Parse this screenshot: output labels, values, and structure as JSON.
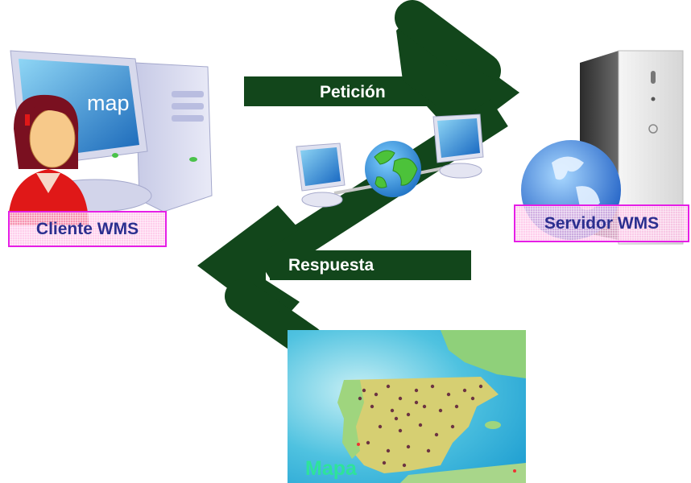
{
  "diagram": {
    "title": "WMS request/response flow",
    "nodes": {
      "client": {
        "label": "Cliente WMS",
        "screen_text": "map"
      },
      "server": {
        "label": "Servidor WMS"
      },
      "map": {
        "label": "Mapa"
      }
    },
    "edges": {
      "request": {
        "label": "Petición",
        "from": "client",
        "to": "server"
      },
      "response": {
        "label": "Respuesta",
        "from": "server",
        "to": "client"
      }
    },
    "colors": {
      "arrow": "#12461b",
      "label_border": "#e61ee6",
      "label_text": "#2b2f8f",
      "map_label": "#2ee39a"
    }
  }
}
